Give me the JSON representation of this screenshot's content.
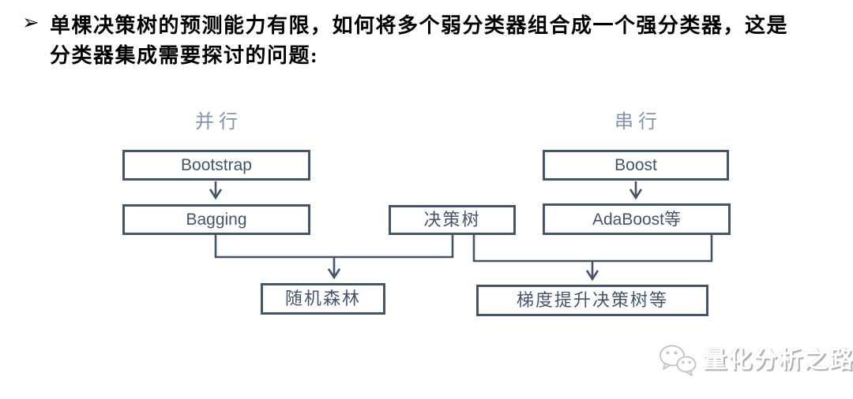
{
  "title": {
    "bullet": "➢",
    "line1": "单棵决策树的预测能力有限，如何将多个弱分类器组合成一个强分类器，这是",
    "line2": "分类器集成需要探讨的问题:"
  },
  "diagram": {
    "parallel_label": "并行",
    "serial_label": "串行",
    "boxes": [
      {
        "id": "bootstrap",
        "label": "Bootstrap"
      },
      {
        "id": "bagging",
        "label": "Bagging"
      },
      {
        "id": "boost",
        "label": "Boost"
      },
      {
        "id": "adaboost",
        "label": "AdaBoost等"
      },
      {
        "id": "decision-tree",
        "label": "决策树"
      },
      {
        "id": "random-forest",
        "label": "随机森林"
      },
      {
        "id": "gbdt",
        "label": "梯度提升决策树等"
      }
    ],
    "colors": {
      "node_border": "#44546A",
      "node_text": "#44546A",
      "connector": "#44546A",
      "stage_label": "#8494AF",
      "title_text": "#000000"
    }
  },
  "watermark": {
    "icon": "wechat-icon",
    "text": "量化分析之路"
  }
}
